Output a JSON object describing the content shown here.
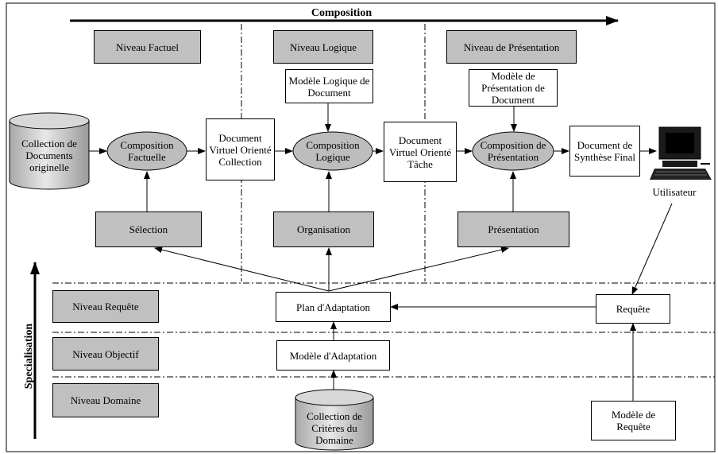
{
  "axes": {
    "composition": "Composition",
    "specialisation": "Specialisation"
  },
  "levels_top": {
    "factuel": "Niveau Factuel",
    "logique": "Niveau Logique",
    "presentation": "Niveau de Présentation"
  },
  "levels_bottom": {
    "requete": "Niveau Requête",
    "objectif": "Niveau Objectif",
    "domaine": "Niveau Domaine"
  },
  "models": {
    "logique": "Modèle Logique de Document",
    "presentation": "Modèle de Présentation de Document"
  },
  "sources": {
    "collection": "Collection de Documents originelle",
    "criteres": "Collection de Critères du Domaine"
  },
  "processes": {
    "factuelle": "Composition Factuelle",
    "logique": "Composition Logique",
    "presentation": "Composition de Présentation"
  },
  "documents": {
    "collection": "Document Virtuel Orienté Collection",
    "tache": "Document Virtuel Orienté Tâche",
    "synthese": "Document de Synthèse Final"
  },
  "user": {
    "label": "Utilisateur"
  },
  "operations": {
    "selection": "Sélection",
    "organisation": "Organisation",
    "presentation": "Présentation"
  },
  "adaptation": {
    "plan": "Plan d'Adaptation",
    "modele": "Modèle d'Adaptation",
    "requete": "Requête",
    "modele_requete": "Modèle de Requête"
  },
  "colors": {
    "gray_fill": "#c0c0c0",
    "ellipse_fill": "#bdbdbd",
    "line": "#000000"
  }
}
